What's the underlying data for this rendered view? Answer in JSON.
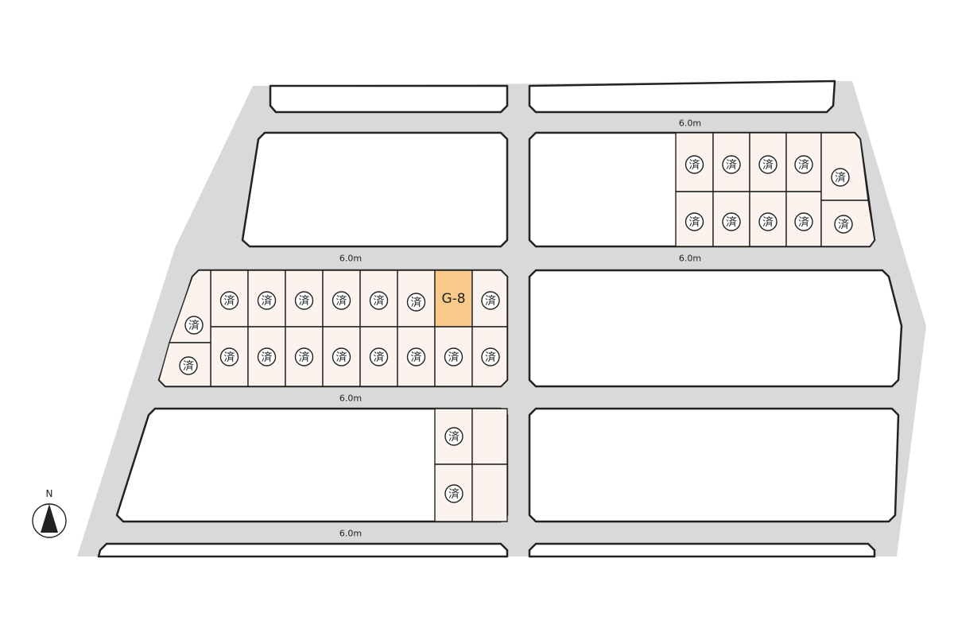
{
  "colors": {
    "road": "#d9d9d9",
    "block": "#ffffff",
    "lot_fill": "#fdf3ee",
    "available_lot_fill": "#f8c98a",
    "outline": "#222222"
  },
  "compass": {
    "north_label": "N",
    "icon": "north-arrow-icon"
  },
  "roads": {
    "top": "6.0m",
    "middle_left": "6.0m",
    "middle_right": "6.0m",
    "lower": "6.0m",
    "bottom": "6.0m"
  },
  "sold_mark": "済",
  "available_lot": {
    "label": "G-8"
  }
}
